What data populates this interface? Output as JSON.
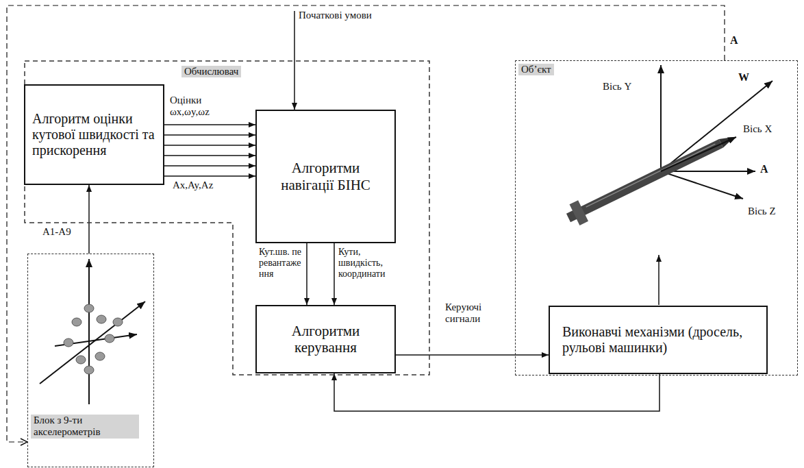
{
  "diagram": {
    "nodes": [
      {
        "text": [
          "Обчислювач"
        ]
      },
      {
        "text": [
          "Алгоритм оцінки кутової швидкості та прискорення"
        ],
        "in": 0
      },
      {
        "text": [
          "Алгоритми навігації БІНС"
        ],
        "in": 0
      },
      {
        "text": [
          "Алгоритми керування"
        ],
        "in": 0
      },
      {
        "text": [
          "Блок з 9-ти акселерометрів"
        ]
      },
      {
        "text": [
          "Об’єкт"
        ]
      },
      {
        "text": [
          "Виконавчі механізми (дросель, рульові машинки)"
        ],
        "in": 5
      }
    ],
    "edges": [
      {
        "from": 1,
        "to": 2,
        "arrow": "to"
      },
      {
        "from": 1,
        "to": 2,
        "arrow": "to"
      },
      {
        "from": 1,
        "to": 2,
        "arrow": "to"
      },
      {
        "from": 1,
        "to": 2,
        "arrow": "to"
      },
      {
        "from": 1,
        "to": 2,
        "arrow": "to"
      },
      {
        "from": 1,
        "to": 2,
        "arrow": "to"
      },
      {
        "from": 4,
        "to": 1,
        "arrow": "to"
      },
      {
        "from": 2,
        "to": 3,
        "arrow": "to"
      },
      {
        "from": 2,
        "to": 3,
        "arrow": "to"
      },
      {
        "from": 3,
        "to": 6,
        "arrow": "to"
      },
      {
        "from": 6,
        "to": 3,
        "arrow": "to"
      },
      {
        "from": 5,
        "to": 4,
        "label": "A",
        "arrow": "to"
      }
    ],
    "labels": [
      "Початкові умови",
      "Оцінки ωx,ωy,ωz",
      "Ax,Ay,Az",
      "A1-A9",
      "Кут.шв. перевантаження",
      "Кути, швидкість, координати",
      "Керуючі сигнали",
      "Вісь Y",
      "W",
      "Вісь X",
      "A",
      "Вісь Z"
    ]
  }
}
